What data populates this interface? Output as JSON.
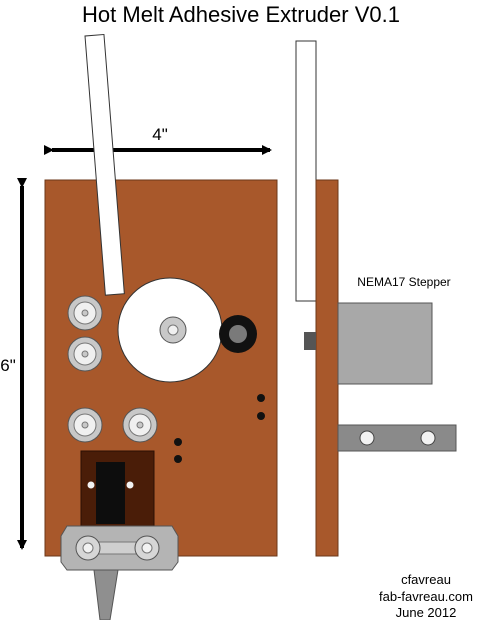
{
  "title": "Hot Melt Adhesive Extruder V0.1",
  "dimensions": {
    "width_label": "4\"",
    "height_label": "6\""
  },
  "components": {
    "motor_label": "NEMA17 Stepper"
  },
  "credits": {
    "author": "cfavreau",
    "website": "fab-favreau.com",
    "date": "June 2012"
  },
  "colors": {
    "board": "#a8582b",
    "bearing_outer": "#c8c8c8",
    "bearing_inner": "#f0f0f0",
    "motor": "#a8a8a8",
    "bracket": "#8a8a8a",
    "dark_hole": "#111111",
    "nozzle_block": "#4a1d08",
    "clamp": "#b4b4b4"
  }
}
